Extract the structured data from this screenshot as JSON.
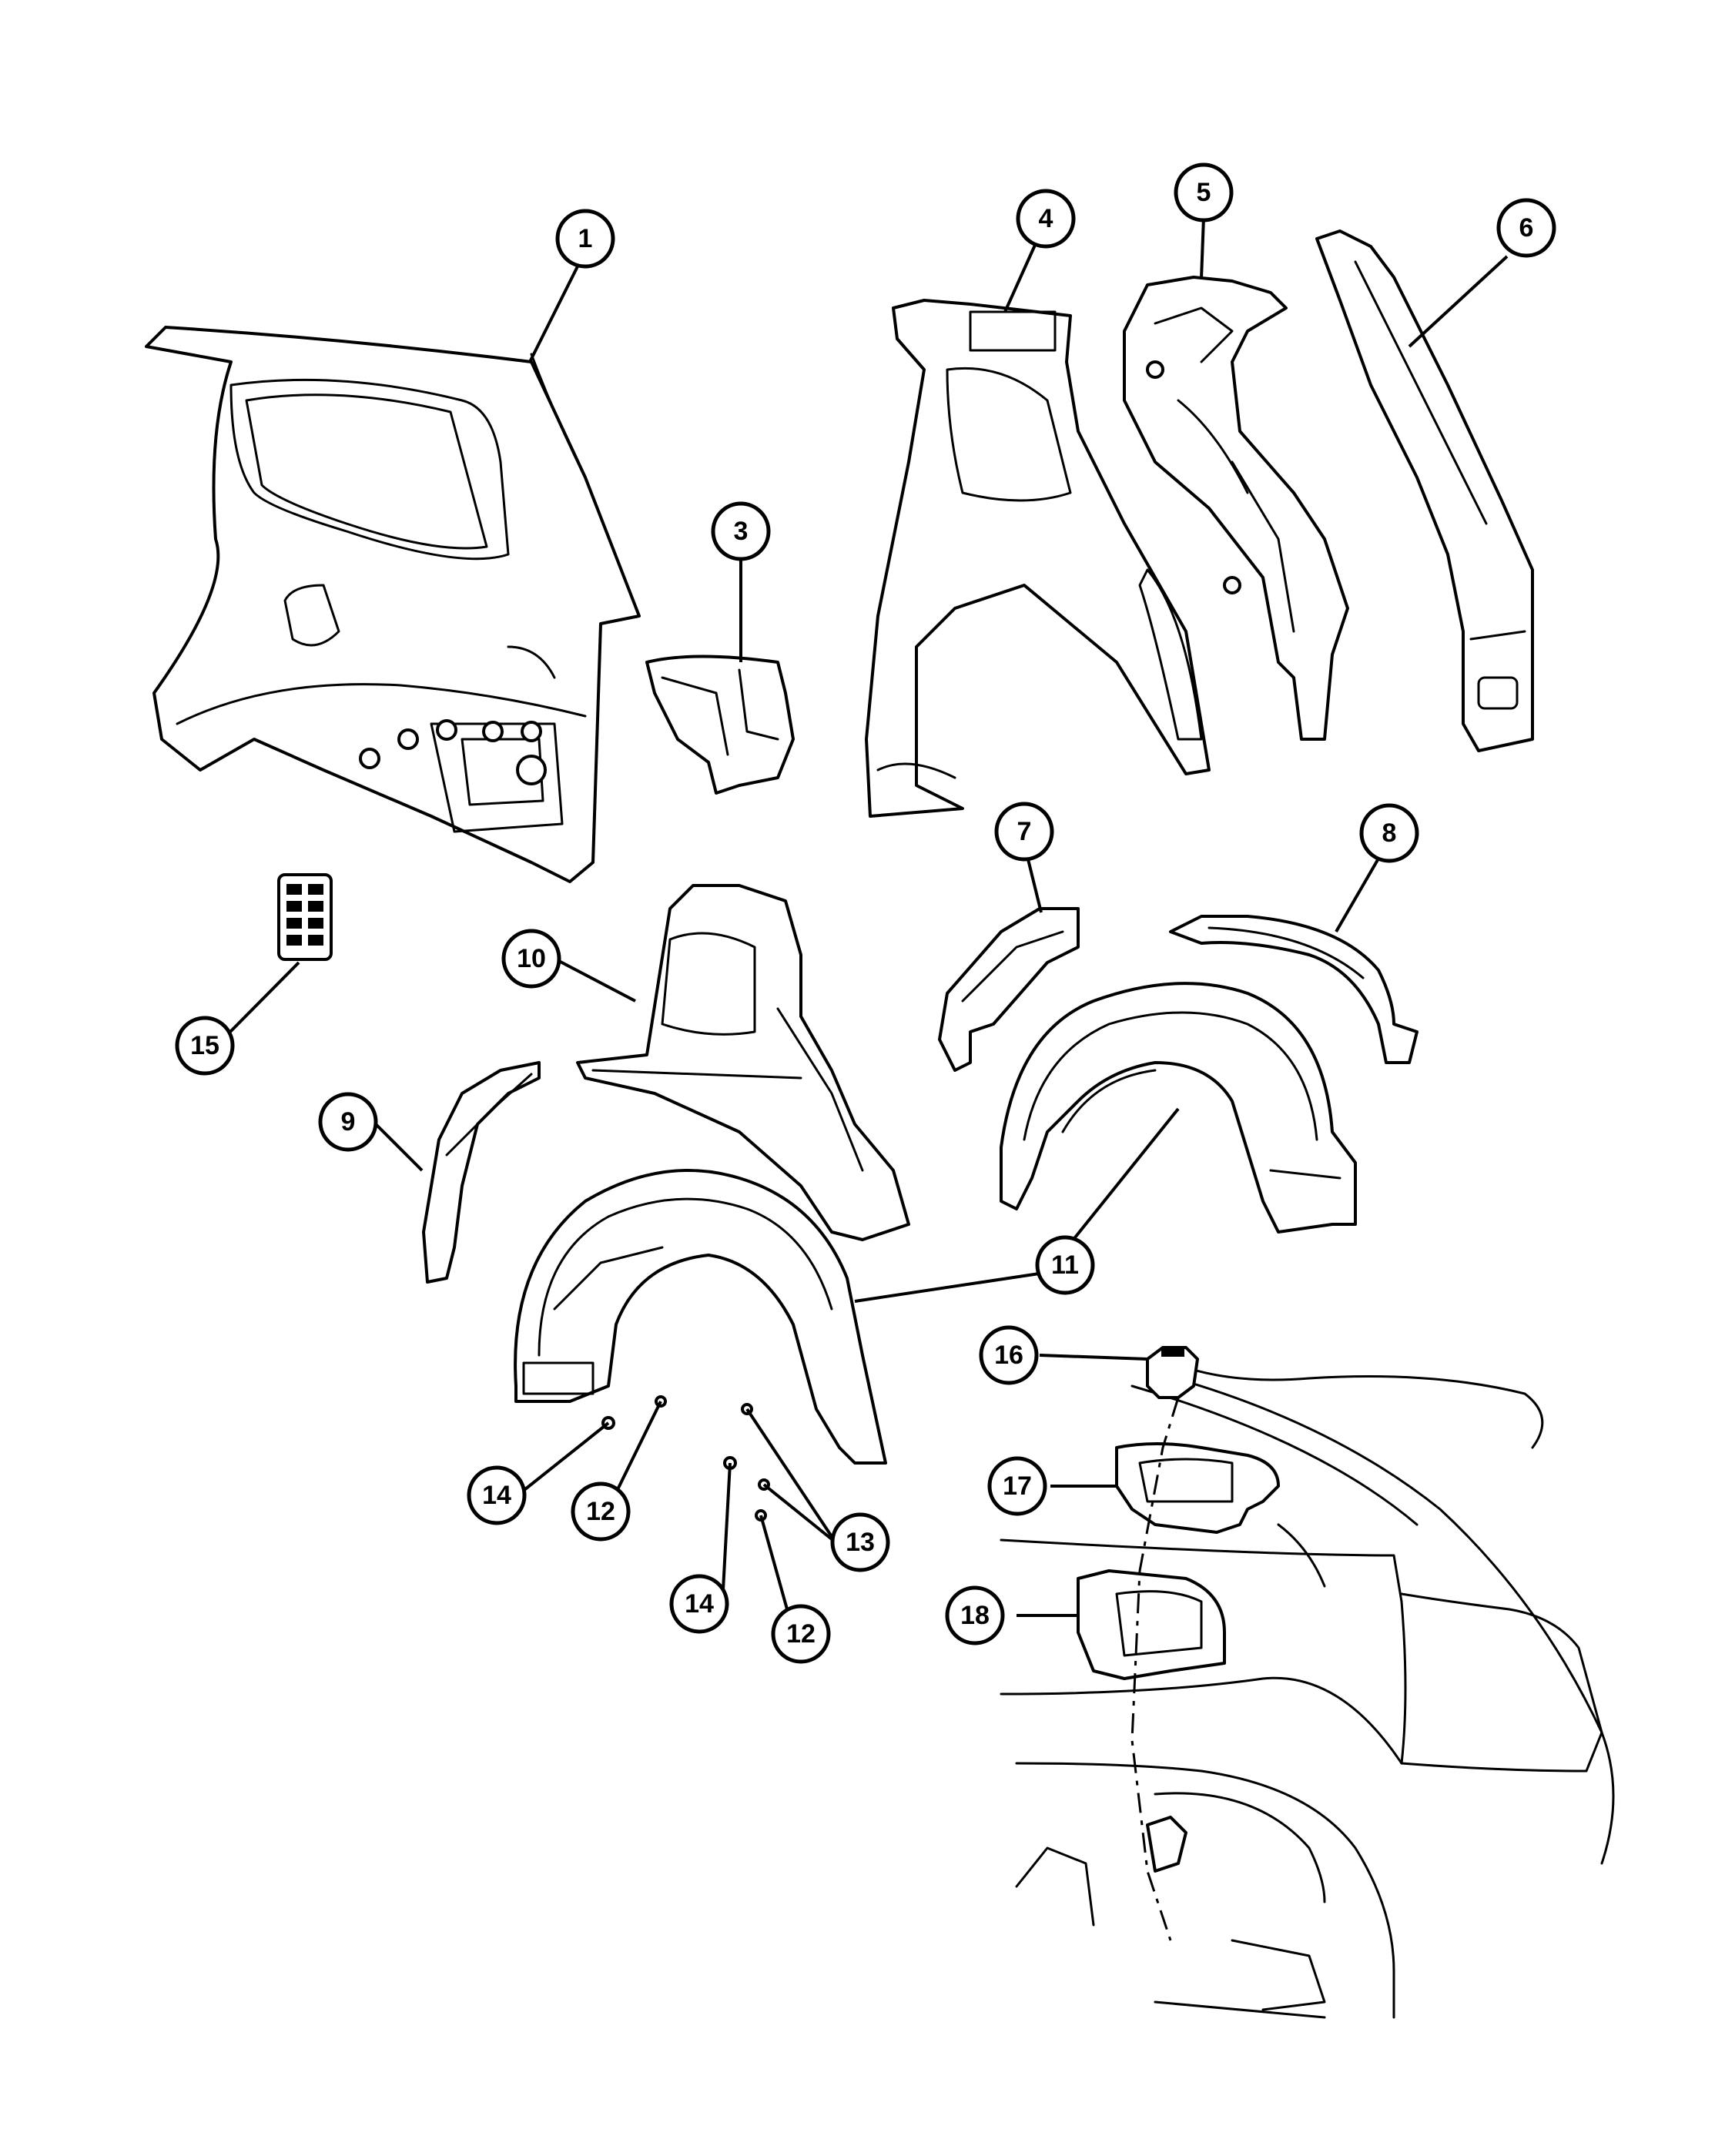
{
  "callouts": [
    {
      "id": "c1",
      "label": "1"
    },
    {
      "id": "c3",
      "label": "3"
    },
    {
      "id": "c4",
      "label": "4"
    },
    {
      "id": "c5",
      "label": "5"
    },
    {
      "id": "c6",
      "label": "6"
    },
    {
      "id": "c7",
      "label": "7"
    },
    {
      "id": "c8",
      "label": "8"
    },
    {
      "id": "c9",
      "label": "9"
    },
    {
      "id": "c10",
      "label": "10"
    },
    {
      "id": "c11",
      "label": "11"
    },
    {
      "id": "c12a",
      "label": "12"
    },
    {
      "id": "c12b",
      "label": "12"
    },
    {
      "id": "c13",
      "label": "13"
    },
    {
      "id": "c14a",
      "label": "14"
    },
    {
      "id": "c14b",
      "label": "14"
    },
    {
      "id": "c15",
      "label": "15"
    },
    {
      "id": "c16",
      "label": "16"
    },
    {
      "id": "c17",
      "label": "17"
    },
    {
      "id": "c18",
      "label": "18"
    }
  ]
}
